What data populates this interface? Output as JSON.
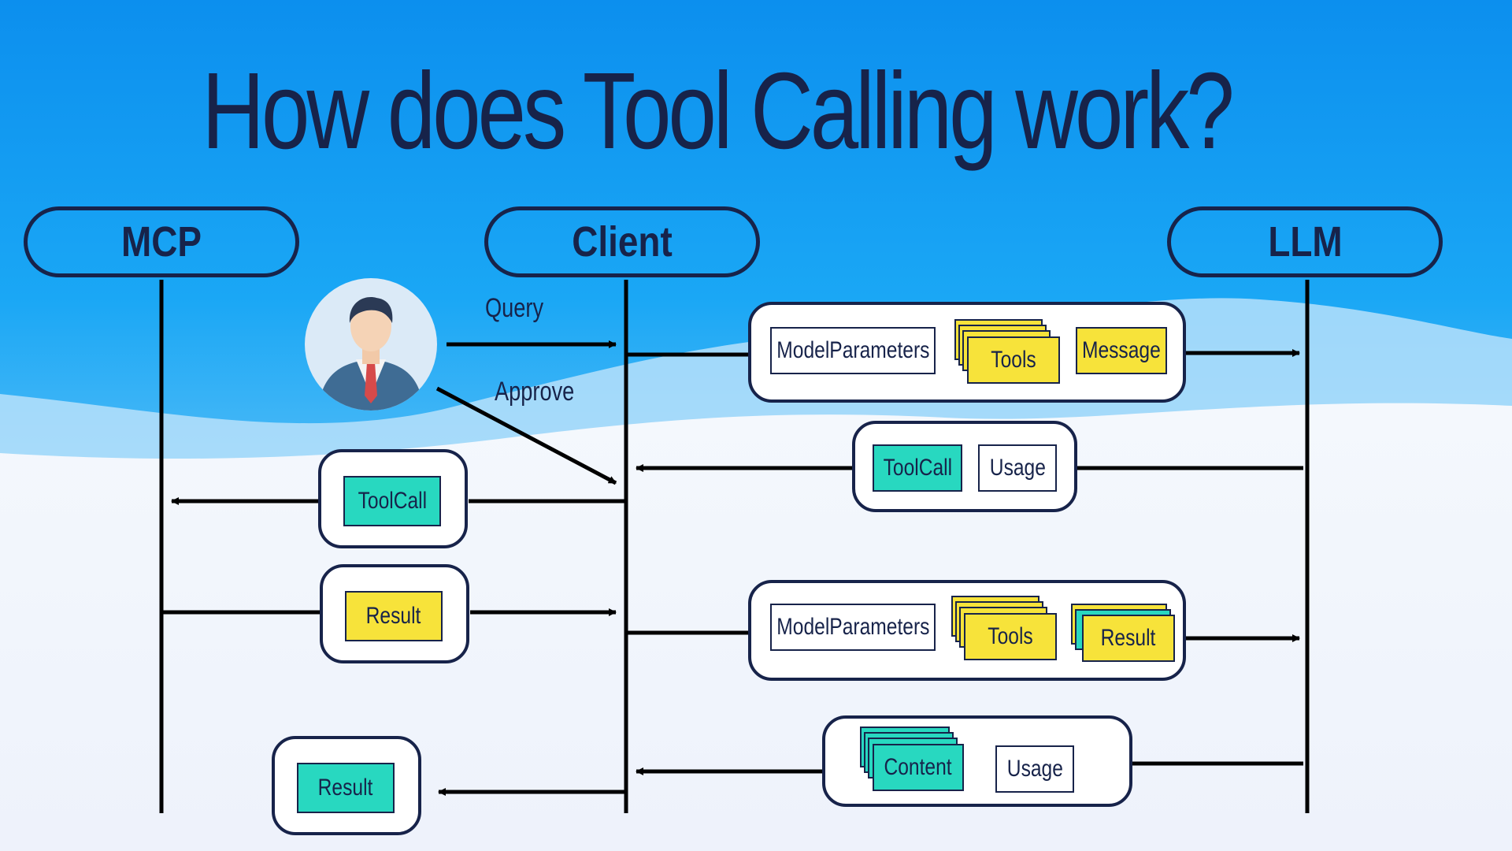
{
  "title": "How does Tool Calling work?",
  "actors": {
    "mcp": "MCP",
    "client": "Client",
    "llm": "LLM"
  },
  "labels": {
    "query": "Query",
    "approve": "Approve"
  },
  "messages": {
    "request1": {
      "model_parameters": "ModelParameters",
      "tools": "Tools",
      "message": "Message"
    },
    "response1": {
      "tool_call": "ToolCall",
      "usage": "Usage"
    },
    "client_to_mcp": {
      "tool_call": "ToolCall"
    },
    "mcp_to_client": {
      "result": "Result"
    },
    "request2": {
      "model_parameters": "ModelParameters",
      "tools": "Tools",
      "result": "Result"
    },
    "response2": {
      "content": "Content",
      "usage": "Usage"
    },
    "client_to_user": {
      "result": "Result"
    }
  },
  "colors": {
    "dark": "#17234a",
    "yellow": "#f7e33a",
    "teal": "#28d8c0",
    "sky": "#1aa7f5"
  },
  "icons": {
    "user": "user-avatar-icon"
  }
}
